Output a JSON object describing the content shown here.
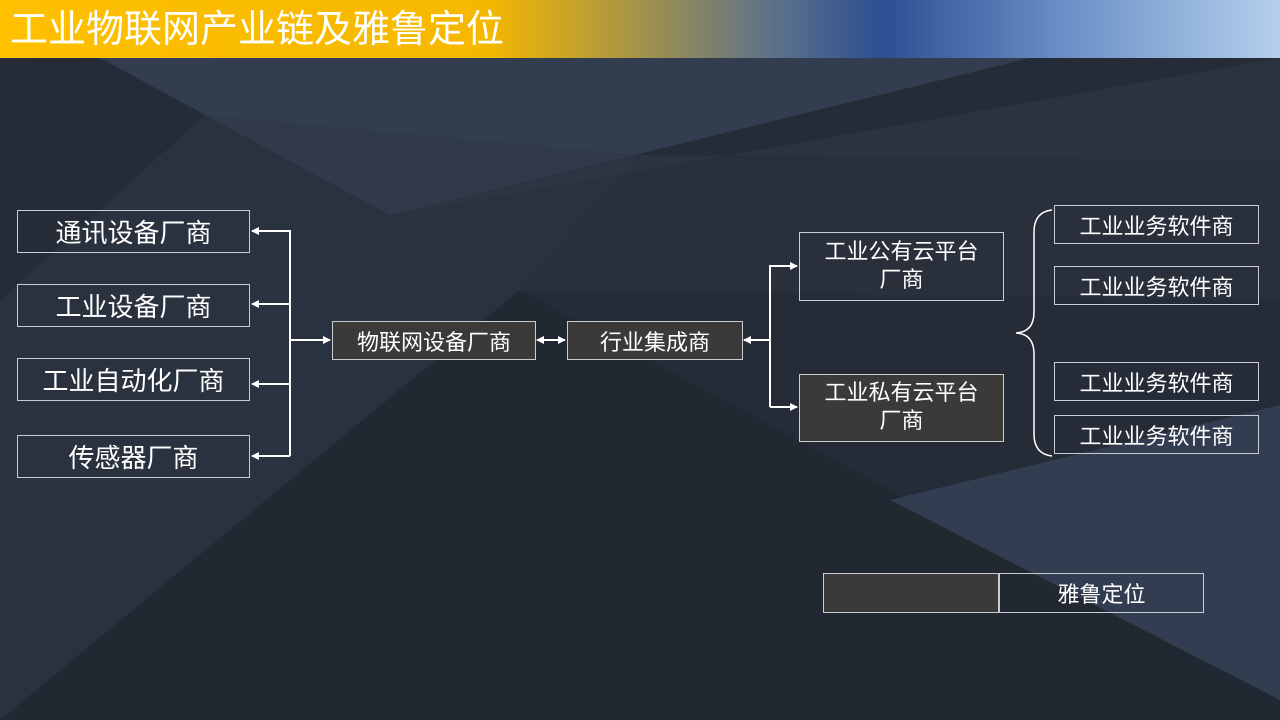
{
  "title": "工业物联网产业链及雅鲁定位",
  "suppliers": [
    "通讯设备厂商",
    "工业设备厂商",
    "工业自动化厂商",
    "传感器厂商"
  ],
  "iot_device_vendor": "物联网设备厂商",
  "integrator": "行业集成商",
  "public_cloud": "工业公有云平台厂商",
  "private_cloud": "工业私有云平台厂商",
  "software_vendors": [
    "工业业务软件商",
    "工业业务软件商",
    "工业业务软件商",
    "工业业务软件商"
  ],
  "legend": {
    "label": "雅鲁定位",
    "swatch_color": "#3b3a38"
  },
  "colors": {
    "header_start": "#ffc000",
    "header_end": "#b5d0ec",
    "background": "#252b36",
    "line": "#ffffff"
  }
}
